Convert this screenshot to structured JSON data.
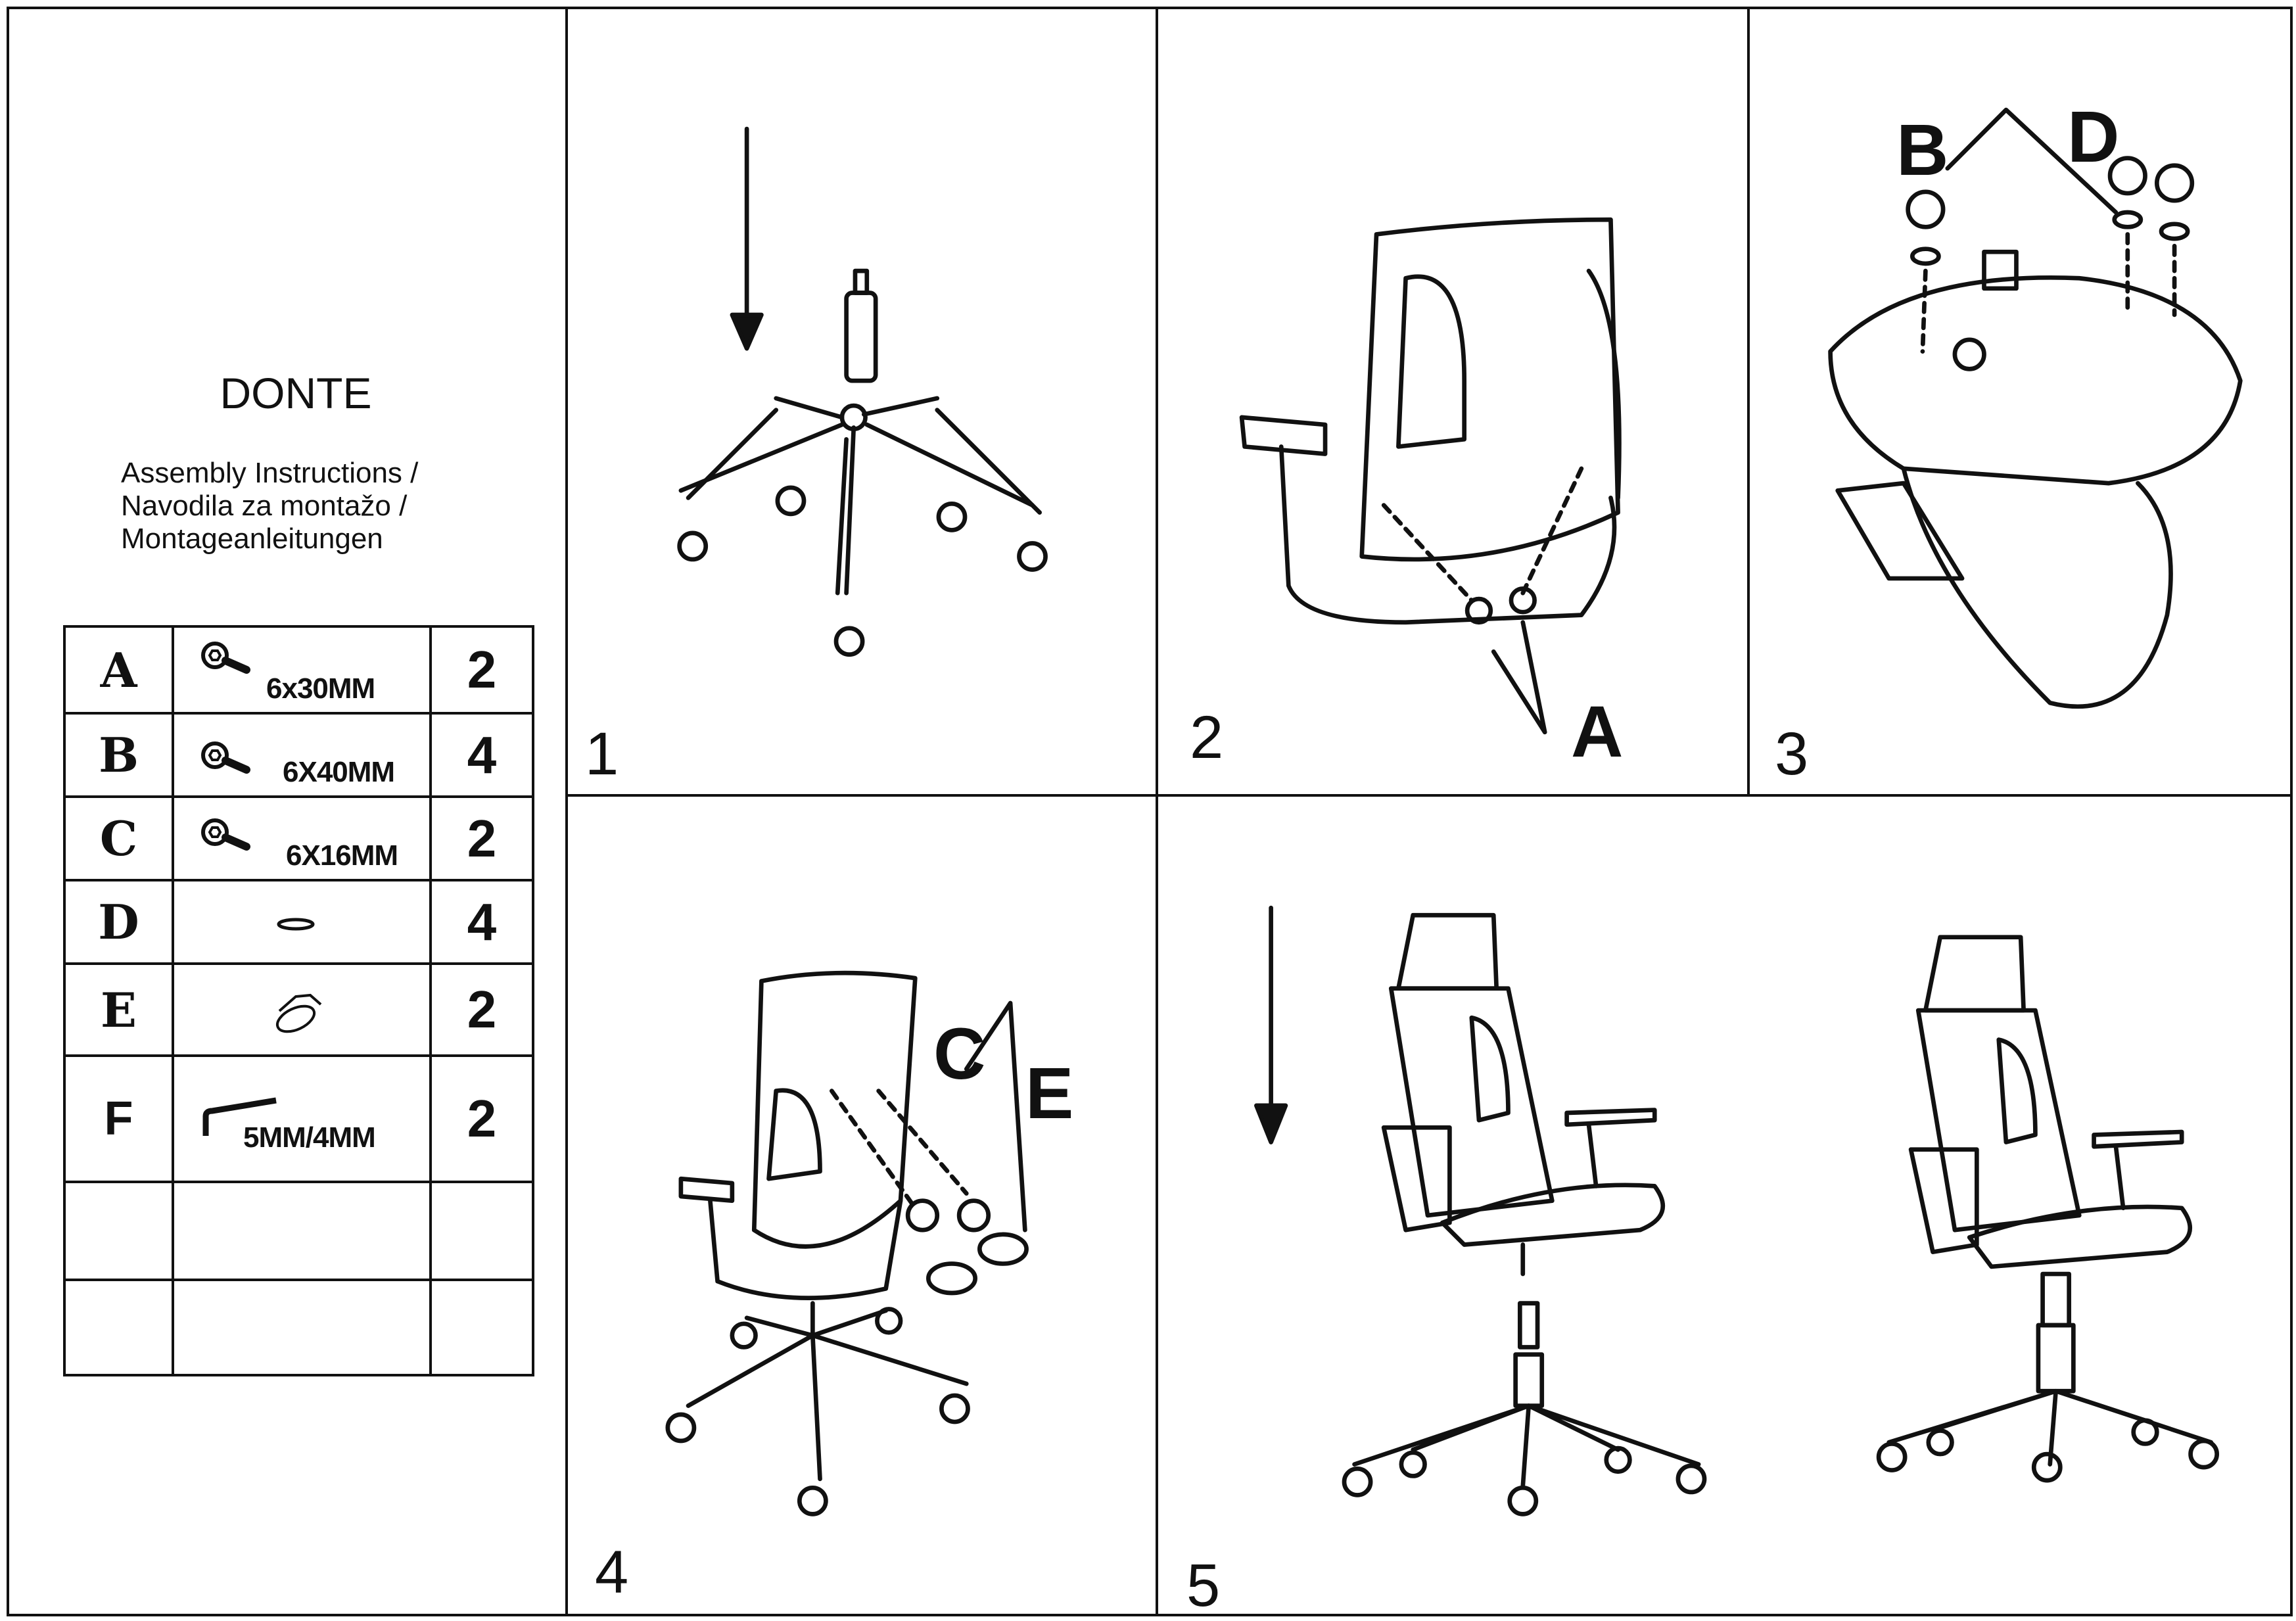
{
  "product_name": "DONTE",
  "subtitle": [
    "Assembly Instructions /",
    "Navodila za montažo /",
    "Montageanleitungen"
  ],
  "parts": [
    {
      "letter": "A",
      "icon": "bolt-icon",
      "spec": "6x30MM",
      "qty": "2"
    },
    {
      "letter": "B",
      "icon": "bolt-icon",
      "spec": "6X40MM",
      "qty": "4"
    },
    {
      "letter": "C",
      "icon": "bolt-icon",
      "spec": "6X16MM",
      "qty": "2"
    },
    {
      "letter": "D",
      "icon": "washer-icon",
      "spec": "",
      "qty": "4"
    },
    {
      "letter": "E",
      "icon": "cap-icon",
      "spec": "",
      "qty": "2"
    },
    {
      "letter": "F",
      "icon": "allen-key-icon",
      "spec": "5MM/4MM",
      "qty": "2"
    }
  ],
  "steps": [
    {
      "number": "1",
      "labels": []
    },
    {
      "number": "2",
      "labels": [
        "A"
      ]
    },
    {
      "number": "3",
      "labels": [
        "B",
        "D"
      ]
    },
    {
      "number": "4",
      "labels": [
        "C",
        "E"
      ]
    },
    {
      "number": "5",
      "labels": []
    }
  ]
}
